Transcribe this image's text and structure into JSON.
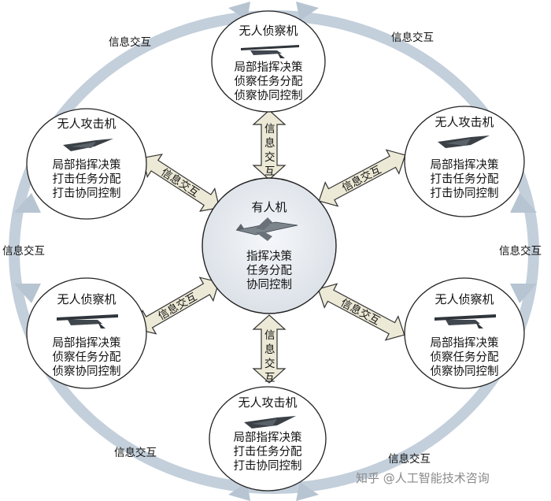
{
  "center_node": {
    "title": "有人机",
    "lines": [
      "指挥决策",
      "任务分配",
      "协同控制"
    ]
  },
  "nodes": {
    "top": {
      "title": "无人侦察机",
      "lines": [
        "局部指挥决策",
        "侦察任务分配",
        "侦察协同控制"
      ]
    },
    "upper_left": {
      "title": "无人攻击机",
      "lines": [
        "局部指挥决策",
        "打击任务分配",
        "打击协同控制"
      ]
    },
    "upper_right": {
      "title": "无人攻击机",
      "lines": [
        "局部指挥决策",
        "打击任务分配",
        "打击协同控制"
      ]
    },
    "lower_left": {
      "title": "无人侦察机",
      "lines": [
        "局部指挥决策",
        "侦察任务分配",
        "侦察协同控制"
      ]
    },
    "lower_right": {
      "title": "无人侦察机",
      "lines": [
        "局部指挥决策",
        "侦察任务分配",
        "侦察协同控制"
      ]
    },
    "bottom": {
      "title": "无人攻击机",
      "lines": [
        "局部指挥决策",
        "打击任务分配",
        "打击协同控制"
      ]
    }
  },
  "spoke_label": "信息交互",
  "ring_label": "信息交互",
  "spoke_label_vertical": [
    "信",
    "息",
    "交",
    "互"
  ],
  "watermark": "知乎 @人工智能技术咨询",
  "colors": {
    "ring": "#c3cfdb",
    "arrow_fill": "#ece9d6",
    "arrow_stroke": "#333333",
    "circle_stroke": "#222222",
    "center_fill": "#e8ecf1"
  }
}
